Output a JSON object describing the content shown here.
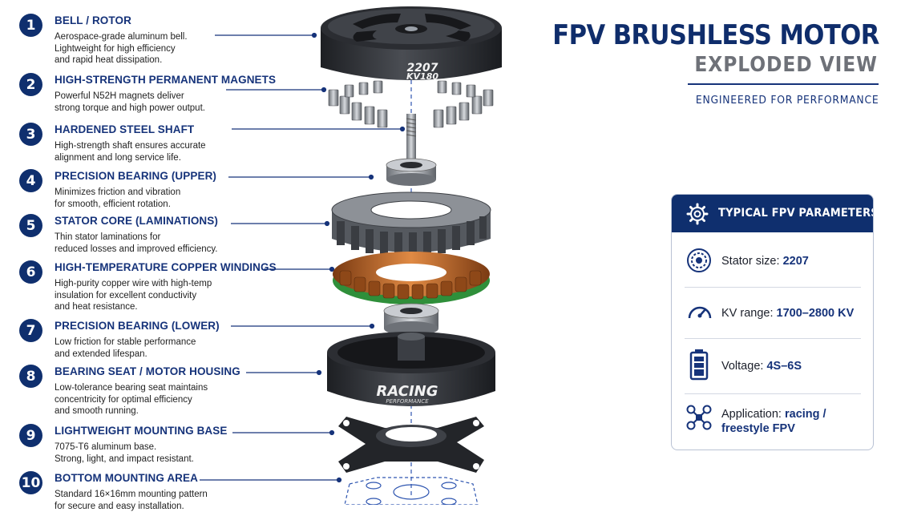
{
  "parts": [
    {
      "number": "1",
      "title": "BELL / ROTOR",
      "description": "Aerospace-grade aluminum bell.\nLightweight for high efficiency\nand rapid heat dissipation."
    },
    {
      "number": "2",
      "title": "HIGH-STRENGTH PERMANENT MAGNETS",
      "description": "Powerful N52H magnets deliver\nstrong torque and high power output."
    },
    {
      "number": "3",
      "title": "HARDENED STEEL SHAFT",
      "description": "High-strength shaft ensures accurate\nalignment and long service life."
    },
    {
      "number": "4",
      "title": "PRECISION BEARING (UPPER)",
      "description": "Minimizes friction and vibration\nfor smooth, efficient rotation."
    },
    {
      "number": "5",
      "title": "STATOR CORE (LAMINATIONS)",
      "description": "Thin stator laminations for\nreduced losses and improved efficiency."
    },
    {
      "number": "6",
      "title": "HIGH-TEMPERATURE COPPER WINDINGS",
      "description": "High-purity copper wire with high-temp\ninsulation for excellent conductivity\nand heat resistance."
    },
    {
      "number": "7",
      "title": "PRECISION BEARING (LOWER)",
      "description": "Low friction for stable performance\nand extended lifespan."
    },
    {
      "number": "8",
      "title": "BEARING SEAT / MOTOR HOUSING",
      "description": "Low-tolerance bearing seat maintains\nconcentricity for optimal efficiency\nand smooth running."
    },
    {
      "number": "9",
      "title": "LIGHTWEIGHT MOUNTING BASE",
      "description": "7075-T6 aluminum base.\nStrong, light, and impact resistant."
    },
    {
      "number": "10",
      "title": "BOTTOM MOUNTING AREA",
      "description": "Standard 16×16mm mounting pattern\nfor secure and easy installation."
    }
  ],
  "motor": {
    "bell_model": "2207",
    "bell_kv": "KV180",
    "housing_brand": "RACING",
    "housing_sub": "PERFORMANCE"
  },
  "header": {
    "title": "FPV BRUSHLESS MOTOR",
    "subtitle": "EXPLODED VIEW",
    "tagline": "ENGINEERED FOR PERFORMANCE"
  },
  "params": {
    "title": "TYPICAL FPV PARAMETERS",
    "items": [
      {
        "icon": "stator-icon",
        "label": "Stator size:",
        "value": "2207"
      },
      {
        "icon": "speedometer-icon",
        "label": "KV range:",
        "value": "1700–2800 KV"
      },
      {
        "icon": "battery-icon",
        "label": "Voltage:",
        "value": "4S–6S"
      },
      {
        "icon": "drone-icon",
        "label": "Application:",
        "value": "racing /",
        "value2": "freestyle FPV"
      }
    ]
  },
  "colors": {
    "navy": "#0f2f6e",
    "accent": "#16337a",
    "gray": "#6e7178",
    "copper": "#c0692a"
  }
}
